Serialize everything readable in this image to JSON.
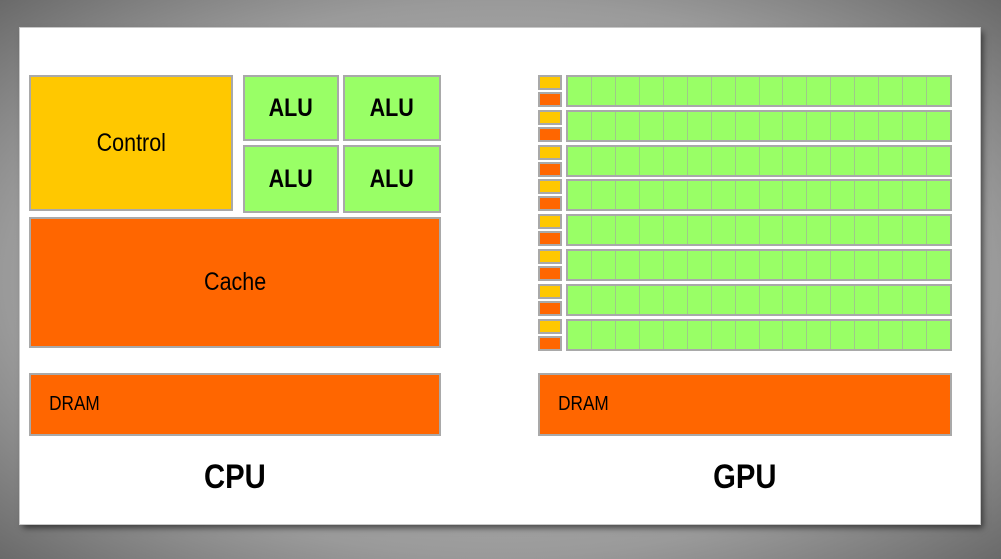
{
  "cpu": {
    "control_label": "Control",
    "alu_labels": [
      "ALU",
      "ALU",
      "ALU",
      "ALU"
    ],
    "cache_label": "Cache",
    "dram_label": "DRAM",
    "title": "CPU"
  },
  "gpu": {
    "rows": 8,
    "cores_per_row": 16,
    "dram_label": "DRAM",
    "title": "GPU"
  },
  "colors": {
    "control": "#ffc800",
    "alu": "#99ff66",
    "cache_dram": "#ff6600",
    "border": "#a9a9a9"
  }
}
